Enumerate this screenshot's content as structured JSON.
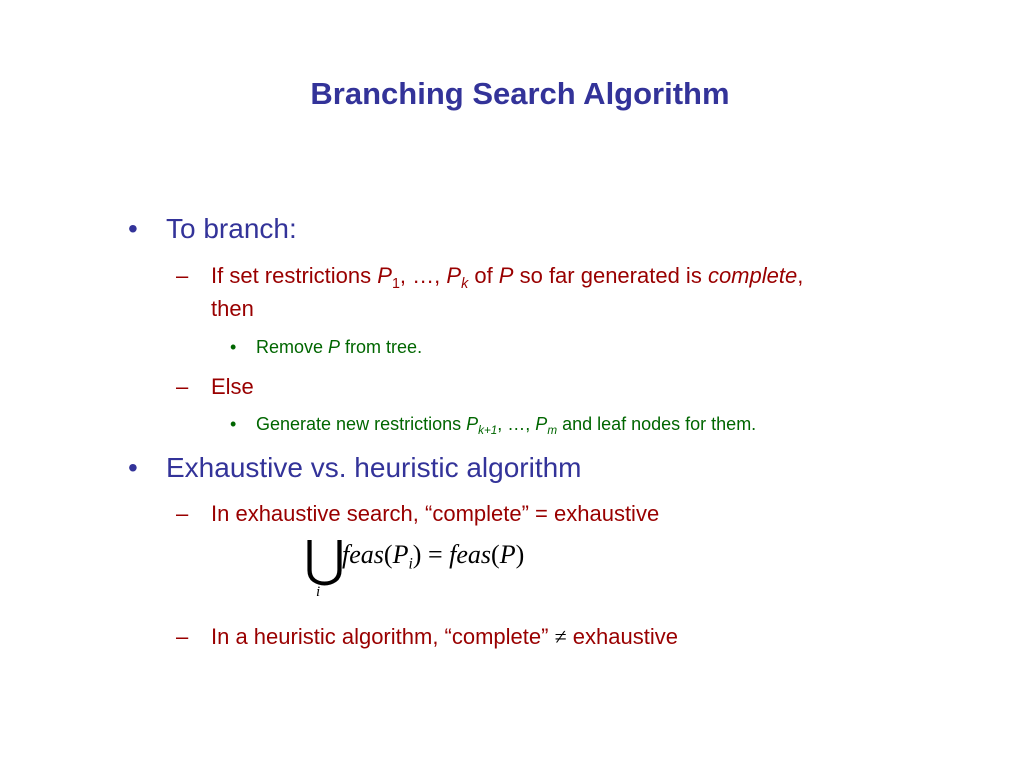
{
  "slide": {
    "title": "Branching Search Algorithm",
    "bullet1": {
      "marker": "•",
      "text": "To branch:"
    },
    "sub1": {
      "marker": "–",
      "pre": "If set restrictions ",
      "P": "P",
      "s1": "1",
      "sep1": ", …, ",
      "P2": "P",
      "sk": "k",
      "of": " of ",
      "P3": "P",
      "mid": " so far generated is ",
      "complete": "complete",
      "comma": ",",
      "cont": "then"
    },
    "subsub1": {
      "marker": "•",
      "pre": "Remove ",
      "P": "P",
      "post": " from tree."
    },
    "sub2": {
      "marker": "–",
      "text": "Else"
    },
    "subsub2": {
      "marker": "•",
      "pre": "Generate new restrictions ",
      "P": "P",
      "sk1": "k+1",
      "sep": ", …, ",
      "P2": "P",
      "sm": "m",
      "post": " and leaf nodes for them."
    },
    "bullet2": {
      "marker": "•",
      "text": "Exhaustive vs. heuristic algorithm"
    },
    "sub3": {
      "marker": "–",
      "text": "In exhaustive search, “complete” = exhaustive"
    },
    "formula": {
      "union": "⋃",
      "index": "i",
      "f1": "feas",
      "lp": "(",
      "P": "P",
      "pi": "i",
      "rp": ")",
      "eq": " = ",
      "f2": "feas",
      "lp2": "(",
      "P2": "P",
      "rp2": ")"
    },
    "sub4": {
      "marker": "–",
      "pre": "In a heuristic algorithm, “complete” ",
      "neq": "≠",
      "post": " exhaustive"
    }
  }
}
